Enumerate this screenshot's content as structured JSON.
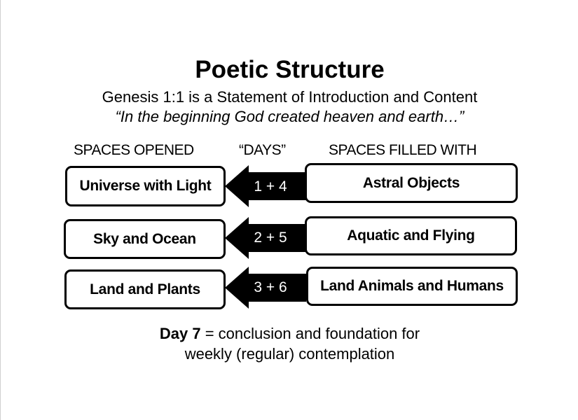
{
  "title": "Poetic Structure",
  "subtitle": "Genesis 1:1 is a Statement of Introduction and Content",
  "quote": "“In the beginning God created heaven and earth…”",
  "headers": {
    "left": "SPACES OPENED",
    "middle": "“DAYS”",
    "right": "SPACES FILLED WITH"
  },
  "rows": [
    {
      "opened": "Universe with Light",
      "days": "1 + 4",
      "filled": "Astral Objects"
    },
    {
      "opened": "Sky and Ocean",
      "days": "2 + 5",
      "filled": "Aquatic and Flying"
    },
    {
      "opened": "Land and Plants",
      "days": "3 + 6",
      "filled": "Land Animals and Humans"
    }
  ],
  "footer": {
    "day_label": "Day 7",
    "line1_rest": " = conclusion and foundation for",
    "line2": "weekly (regular) contemplation"
  }
}
